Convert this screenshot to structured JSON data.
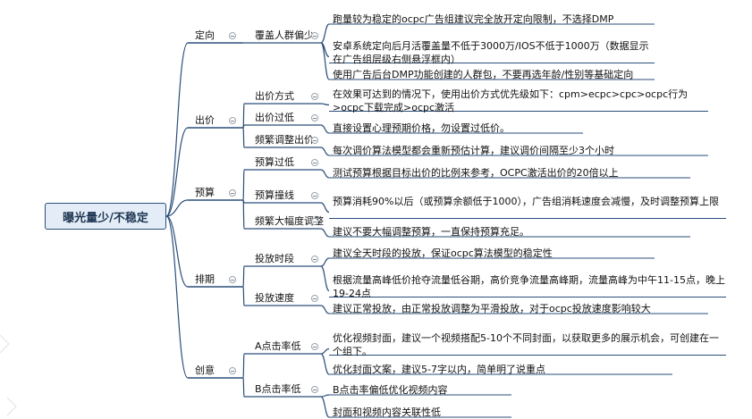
{
  "root": "曝光量少/不稳定",
  "branches": [
    {
      "label": "定向",
      "children": [
        {
          "label": "覆盖人群偏少",
          "leaves": [
            "跑量较为稳定的ocpc广告组建议完全放开定向限制，不选择DMP",
            "安卓系统定向后月活覆盖量不低于3000万/IOS不低于1000万（数据显示在广告组层级右侧悬浮框内）",
            "使用广告后台DMP功能创建的人群包，不要再选年龄/性别等基础定向"
          ]
        }
      ]
    },
    {
      "label": "出价",
      "children": [
        {
          "label": "出价方式",
          "leaves": [
            "在效果可达到的情况下，使用出价方式优先级如下：cpm>ecpc>cpc>ocpc行为>ocpc下载完成>ocpc激活"
          ]
        },
        {
          "label": "出价过低",
          "leaves": [
            "直接设置心理预期价格，勿设置过低价。"
          ]
        },
        {
          "label": "频繁调整出价",
          "leaves": [
            "每次调价算法模型都会重新预估计算，建议调价间隔至少3个小时"
          ]
        }
      ]
    },
    {
      "label": "预算",
      "children": [
        {
          "label": "预算过低",
          "leaves": [
            "测试预算根据目标出价的比例来参考，OCPC激活出价的20倍以上"
          ]
        },
        {
          "label": "预算撞线",
          "leaves": [
            "预算消耗90%以后（或预算余额低于1000），广告组消耗速度会减慢，及时调整预算上限"
          ]
        },
        {
          "label": "频繁大幅度调整",
          "leaves": [
            "建议不要大幅调整预算，一直保持预算充足。"
          ]
        }
      ]
    },
    {
      "label": "排期",
      "children": [
        {
          "label": "投放时段",
          "leaves": [
            "建议全天时段的投放，保证ocpc算法模型的稳定性",
            "根据流量高峰低价抢夺流量低谷期，高价竞争流量高峰期，流量高峰为中午11-15点，晚上19-24点"
          ]
        },
        {
          "label": "投放速度",
          "leaves": [
            "建议正常投放，由正常投放调整为平滑投放，对于ocpc投放速度影响较大"
          ]
        }
      ]
    },
    {
      "label": "创意",
      "children": [
        {
          "label": "A点击率低",
          "leaves": [
            "优化视频封面，建议一个视频搭配5-10个不同封面，以获取更多的展示机会，可创建在一个组下。",
            "优化封面文案，建议5-7字以内，简单明了说重点"
          ]
        },
        {
          "label": "B点击率低",
          "leaves": [
            "B点击率偏低优化视频内容",
            "封面和视频内容关联性低"
          ]
        }
      ]
    }
  ],
  "colors": {
    "line": "#2b4e7a",
    "root_fill": "#e4edf7",
    "toggle": "#9aa3ad"
  }
}
